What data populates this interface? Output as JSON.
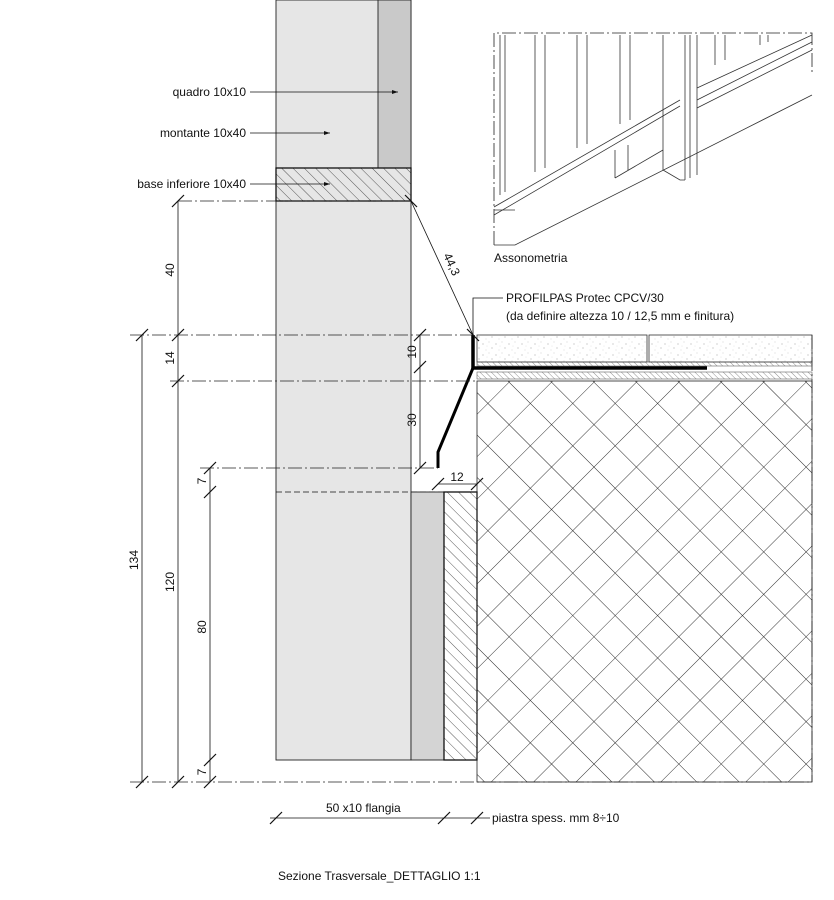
{
  "labels": {
    "quadro": "quadro 10x10",
    "montante": "montante 10x40",
    "base": "base inferiore 10x40",
    "profile_title": "PROFILPAS Protec CPCV/30",
    "profile_note": "(da definire altezza 10 / 12,5 mm e finitura)",
    "axonometry": "Assonometria",
    "flange": "50 x10 flangia",
    "plate": "piastra spess. mm 8÷10",
    "caption": "Sezione Trasversale_DETTAGLIO 1:1"
  },
  "dimensions": {
    "d40": "40",
    "d14": "14",
    "d134": "134",
    "d120": "120",
    "d7a": "7",
    "d80": "80",
    "d7b": "7",
    "d10": "10",
    "d30": "30",
    "d12": "12",
    "d44": "44,3"
  },
  "colors": {
    "post": "#e6e6e6",
    "quadro": "#c9c9c9",
    "strip": "#d4d4d4"
  }
}
